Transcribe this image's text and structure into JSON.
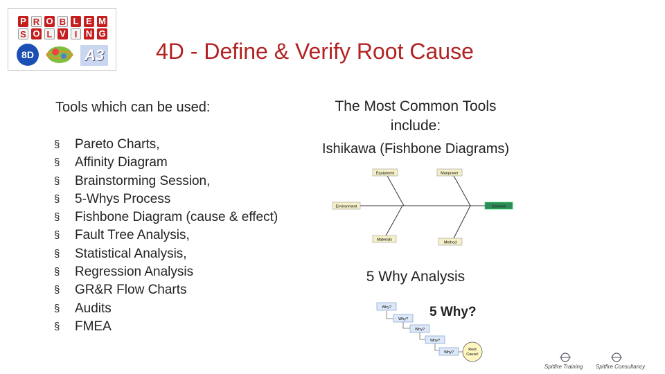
{
  "title": "4D - Define & Verify Root Cause",
  "logo": {
    "row1": [
      "P",
      "R",
      "O",
      "B",
      "L",
      "E",
      "M"
    ],
    "row2": [
      "S",
      "O",
      "L",
      "V",
      "I",
      "N",
      "G"
    ],
    "badge_8d": "8D",
    "badge_a3": "A3"
  },
  "left": {
    "heading": "Tools which can be used:",
    "items": [
      "Pareto Charts,",
      "Affinity Diagram",
      "Brainstorming Session,",
      "5-Whys Process",
      "Fishbone Diagram (cause & effect)",
      "Fault Tree Analysis,",
      "Statistical Analysis,",
      "Regression Analysis",
      "GR&R Flow Charts",
      "Audits",
      "FMEA"
    ]
  },
  "right": {
    "heading_line1": "The Most Common Tools",
    "heading_line2": "include:",
    "ishikawa_label": "Ishikawa (Fishbone Diagrams)",
    "why_label": "5 Why Analysis"
  },
  "fishbone": {
    "labels": [
      "Equipment",
      "Manpower",
      "Environment",
      "Concern",
      "Materials",
      "Method"
    ],
    "colors": {
      "box": "#f5f0c8",
      "concern": "#2e8b57"
    }
  },
  "five_why": {
    "title": "5 Why?",
    "steps": [
      "Why?",
      "Why?",
      "Why?",
      "Why?",
      "Why?"
    ],
    "root": [
      "Root",
      "Cause!"
    ],
    "colors": {
      "step": "#dce8f7",
      "root": "#fff7c2"
    }
  },
  "footer": {
    "logo1": "Spitfire Training",
    "logo2": "Spitfire Consultancy"
  }
}
